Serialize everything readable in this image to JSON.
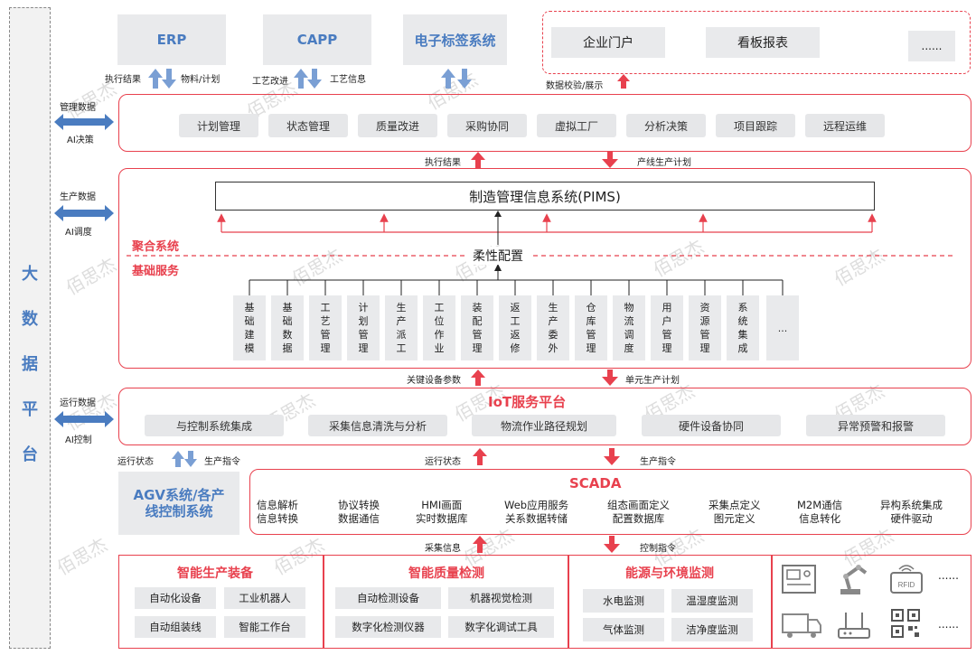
{
  "sidebar": {
    "chars": [
      "大",
      "数",
      "据",
      "平",
      "台"
    ]
  },
  "top_systems": {
    "erp": "ERP",
    "capp": "CAPP",
    "eltag": "电子标签系统"
  },
  "portal": {
    "items": [
      "企业门户",
      "看板报表",
      "......"
    ]
  },
  "top_arrows": {
    "exec_result": "执行结果",
    "material_plan": "物料/计划",
    "process_improve": "工艺改进",
    "process_info": "工艺信息",
    "data_check": "数据校验/展示"
  },
  "left_arrows": [
    {
      "top": "管理数据",
      "bottom": "AI决策"
    },
    {
      "top": "生产数据",
      "bottom": "AI调度"
    },
    {
      "top": "运行数据",
      "bottom": "AI控制"
    }
  ],
  "mgmt": {
    "items": [
      "计划管理",
      "状态管理",
      "质量改进",
      "采购协同",
      "虚拟工厂",
      "分析决策",
      "项目跟踪",
      "远程运维"
    ]
  },
  "mid_arrows1": {
    "up": "执行结果",
    "down": "产线生产计划"
  },
  "pims": {
    "title": "制造管理信息系统(PIMS)",
    "flex": "柔性配置",
    "agg": "聚合系统",
    "base": "基础服务"
  },
  "modules": [
    "基础建模",
    "基础数据",
    "工艺管理",
    "计划管理",
    "生产派工",
    "工位作业",
    "装配管理",
    "返工返修",
    "生产委外",
    "仓库管理",
    "物流调度",
    "用户管理",
    "资源管理",
    "系统集成",
    "..."
  ],
  "mid_arrows2": {
    "up": "关键设备参数",
    "down": "单元生产计划"
  },
  "iot": {
    "title": "IoT服务平台",
    "items": [
      "与控制系统集成",
      "采集信息清洗与分析",
      "物流作业路径规划",
      "硬件设备协同",
      "异常预警和报警"
    ]
  },
  "run_arrows": {
    "left_up": "运行状态",
    "left_down": "生产指令",
    "mid_up": "运行状态",
    "mid_down": "生产指令"
  },
  "agv": {
    "label": "AGV系统/各产线控制系统"
  },
  "scada": {
    "title": "SCADA",
    "items": [
      [
        "信息解析",
        "信息转换"
      ],
      [
        "协议转换",
        "数据通信"
      ],
      [
        "HMI画面",
        "实时数据库"
      ],
      [
        "Web应用服务",
        "关系数据转储"
      ],
      [
        "组态画面定义",
        "配置数据库"
      ],
      [
        "采集点定义",
        "图元定义"
      ],
      [
        "M2M通信",
        "信息转化"
      ],
      [
        "异构系统集成",
        "硬件驱动"
      ]
    ]
  },
  "bottom_arrows": {
    "up": "采集信息",
    "down": "控制指令"
  },
  "equip": {
    "title": "智能生产装备",
    "items": [
      "自动化设备",
      "工业机器人",
      "自动组装线",
      "智能工作台"
    ]
  },
  "quality": {
    "title": "智能质量检测",
    "items": [
      "自动检测设备",
      "机器视觉检测",
      "数字化检测仪器",
      "数字化调试工具"
    ]
  },
  "energy": {
    "title": "能源与环境监测",
    "items": [
      "水电监测",
      "温湿度监测",
      "气体监测",
      "洁净度监测"
    ]
  },
  "devices": {
    "more1": "......",
    "more2": "......",
    "icons": [
      "panel-device-icon",
      "robot-arm-icon",
      "rfid-icon",
      "truck-icon",
      "router-icon",
      "qr-code-icon"
    ],
    "rfid_text": "RFID"
  },
  "watermark": "佰思杰",
  "colors": {
    "red": "#e8414e",
    "blue": "#4a7cc0",
    "gray": "#e9eaec"
  }
}
